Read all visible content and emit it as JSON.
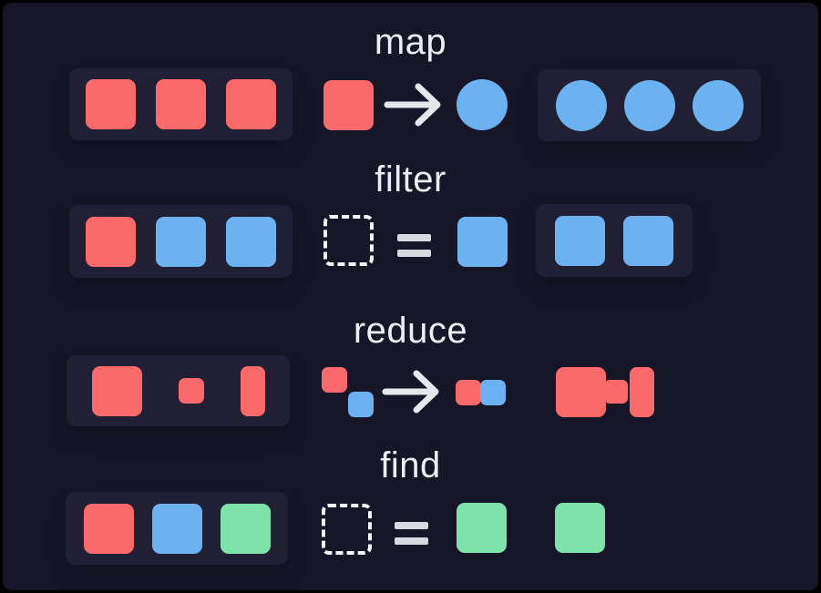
{
  "theme": {
    "background": "#171629",
    "frame": "#000000",
    "panel": "#201f33",
    "red": "#fa6a6a",
    "blue": "#6cb1f0",
    "green": "#7de3ab",
    "title_text": "#eceef2",
    "arrow": "#e6e7eb",
    "equals": "#d8d9de",
    "dashed_outline": "#f6f7f9"
  },
  "rows": [
    {
      "label": "map",
      "input": [
        {
          "kind": "square",
          "color": "red"
        },
        {
          "kind": "square",
          "color": "red"
        },
        {
          "kind": "square",
          "color": "red"
        }
      ],
      "op_from": [
        {
          "kind": "square",
          "color": "red"
        }
      ],
      "op_to": [
        {
          "kind": "circle",
          "color": "blue"
        }
      ],
      "output": [
        {
          "kind": "circle",
          "color": "blue"
        },
        {
          "kind": "circle",
          "color": "blue"
        },
        {
          "kind": "circle",
          "color": "blue"
        }
      ]
    },
    {
      "label": "filter",
      "input": [
        {
          "kind": "square",
          "color": "red"
        },
        {
          "kind": "square",
          "color": "blue"
        },
        {
          "kind": "square",
          "color": "blue"
        }
      ],
      "condition": [
        {
          "kind": "square",
          "color": "blue"
        }
      ],
      "output": [
        {
          "kind": "square",
          "color": "blue"
        },
        {
          "kind": "square",
          "color": "blue"
        }
      ]
    },
    {
      "label": "reduce",
      "input": [
        {
          "kind": "square",
          "color": "red"
        },
        {
          "kind": "small",
          "color": "red"
        },
        {
          "kind": "tall",
          "color": "red"
        }
      ],
      "acc_pair": [
        {
          "kind": "small",
          "color": "red"
        },
        {
          "kind": "small",
          "color": "blue"
        }
      ],
      "merged_pair": [
        {
          "kind": "small",
          "color": "red"
        },
        {
          "kind": "small",
          "color": "blue"
        }
      ],
      "output": [
        {
          "kind": "square",
          "color": "red"
        },
        {
          "kind": "connector",
          "color": "red"
        },
        {
          "kind": "tall",
          "color": "red"
        }
      ]
    },
    {
      "label": "find",
      "input": [
        {
          "kind": "square",
          "color": "red"
        },
        {
          "kind": "square",
          "color": "blue"
        },
        {
          "kind": "square",
          "color": "green"
        }
      ],
      "condition": [
        {
          "kind": "square",
          "color": "green"
        }
      ],
      "output": [
        {
          "kind": "square",
          "color": "green"
        }
      ]
    }
  ]
}
